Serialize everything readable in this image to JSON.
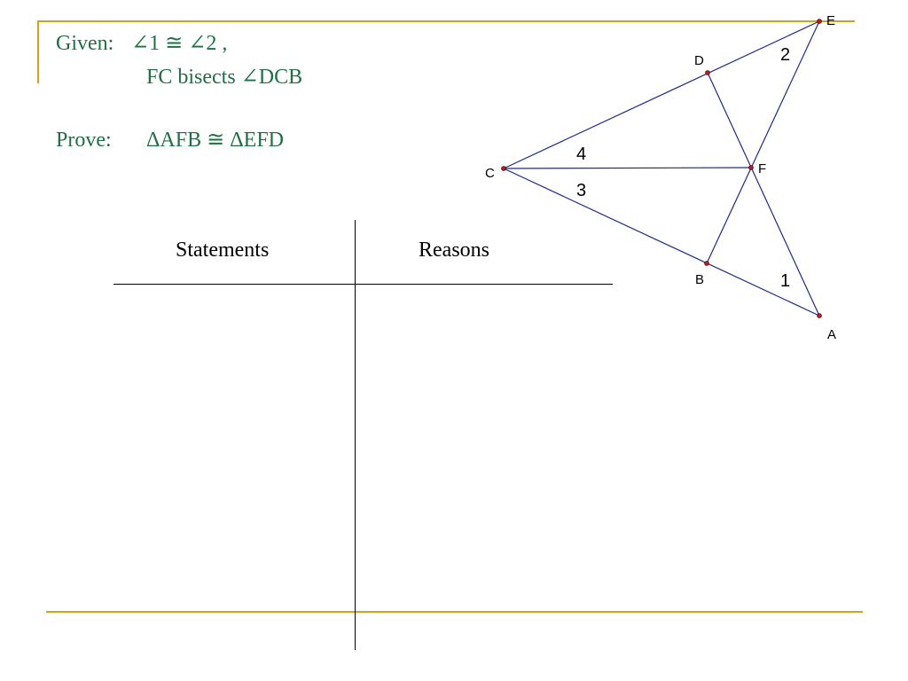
{
  "colors": {
    "accent": "#D4A020",
    "text_green": "#1E7042",
    "figure_line": "#1C2A8C",
    "point_fill": "#B22222"
  },
  "given": {
    "label": "Given:",
    "line1": "∠1 ≅ ∠2 ,",
    "line2": "FC bisects ∠DCB"
  },
  "prove": {
    "label": "Prove:",
    "statement": "ΔAFB ≅ ΔEFD"
  },
  "table": {
    "statements_header": "Statements",
    "reasons_header": "Reasons",
    "rows": []
  },
  "figure": {
    "points": {
      "E": "E",
      "D": "D",
      "C": "C",
      "F": "F",
      "B": "B",
      "A": "A"
    },
    "angle_labels": {
      "a1": "1",
      "a2": "2",
      "a3": "3",
      "a4": "4"
    },
    "segments": [
      "CE",
      "CA",
      "CF",
      "EB",
      "DA"
    ]
  }
}
